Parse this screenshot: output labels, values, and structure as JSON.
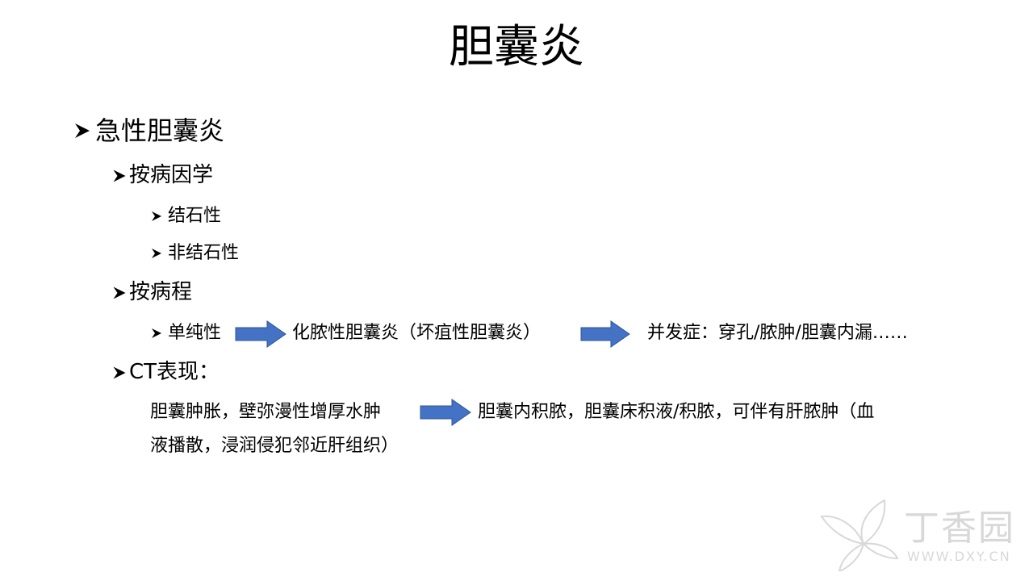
{
  "slide": {
    "title": "胆囊炎",
    "l1": {
      "label": "急性胆囊炎"
    },
    "etiology": {
      "label": "按病因学",
      "items": [
        "结石性",
        "非结石性"
      ]
    },
    "course": {
      "label": "按病程",
      "stage1": "单纯性",
      "stage2": "化脓性胆囊炎（坏疽性胆囊炎）",
      "stage3": "并发症：穿孔/脓肿/胆囊内漏……"
    },
    "ct": {
      "label": "CT表现：",
      "line1_part1": "胆囊肿胀，壁弥漫性增厚水肿",
      "line1_part2": "胆囊内积脓，胆囊床积液/积脓，可伴有肝脓肿（血",
      "line2": "液播散，浸润侵犯邻近肝组织）"
    },
    "watermark": {
      "brand": "丁香园",
      "url": "WWW.DXY.CN"
    }
  },
  "colors": {
    "arrow": "#4472C4",
    "arrow_stroke": "#2F5597",
    "text": "#000000",
    "watermark": "#D8D8D8"
  }
}
